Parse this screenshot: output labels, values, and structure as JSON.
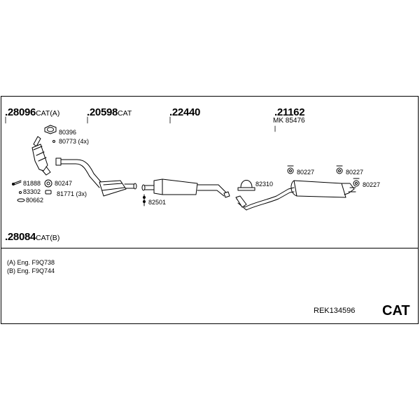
{
  "parts": {
    "p1": {
      "number": ".28096",
      "suffix": "CAT(A)"
    },
    "p2": {
      "number": ".20598",
      "suffix": "CAT"
    },
    "p3": {
      "number": ".22440",
      "suffix": ""
    },
    "p4": {
      "number": ".21162",
      "suffix": ""
    },
    "p4_sub": "MK 85476",
    "p5": {
      "number": ".28084",
      "suffix": "CAT(B)"
    }
  },
  "labels": {
    "l80396": "80396",
    "l80773": "80773 (4x)",
    "l81888": "81888",
    "l80247": "80247",
    "l83302": "83302",
    "l81771": "81771 (3x)",
    "l80662": "80662",
    "l82501": "82501",
    "l82310": "82310",
    "l80227a": "80227",
    "l80227b": "80227",
    "l80227c": "80227"
  },
  "notes": {
    "a": "(A) Eng. F9Q738",
    "b": "(B) Eng. F9Q744"
  },
  "footer": {
    "reference": "REK134596",
    "cat": "CAT"
  }
}
